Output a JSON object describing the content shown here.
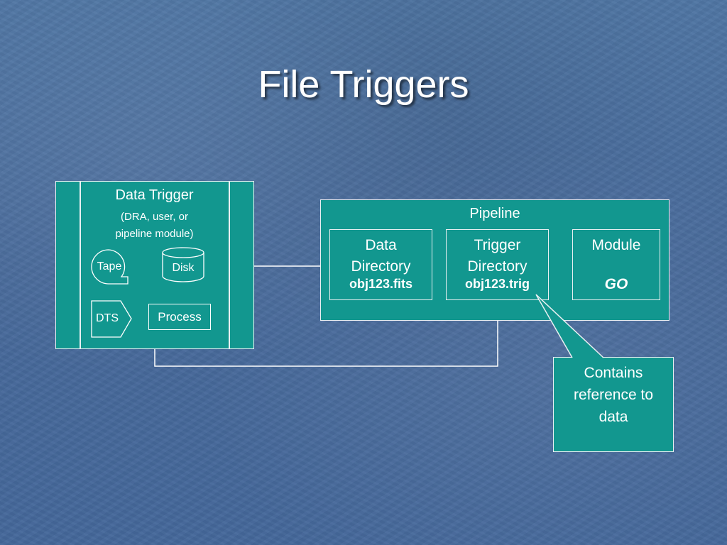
{
  "slide": {
    "title": "File Triggers",
    "data_trigger": {
      "title": "Data Trigger",
      "subtitle_line1": "(DRA, user, or",
      "subtitle_line2": "pipeline module)",
      "tape_label": "Tape",
      "disk_label": "Disk",
      "dts_label": "DTS",
      "process_label": "Process"
    },
    "pipeline": {
      "title": "Pipeline",
      "data_directory": {
        "line1": "Data",
        "line2": "Directory",
        "file": "obj123.fits"
      },
      "trigger_directory": {
        "line1": "Trigger",
        "line2": "Directory",
        "file": "obj123.trig"
      },
      "module": {
        "label": "Module",
        "status": "GO"
      }
    },
    "callout": {
      "line1": "Contains",
      "line2": "reference to",
      "line3": "data"
    }
  },
  "colors": {
    "box_fill": "#12978f",
    "border": "#e9f0f2",
    "background": "#4a6f9c"
  }
}
